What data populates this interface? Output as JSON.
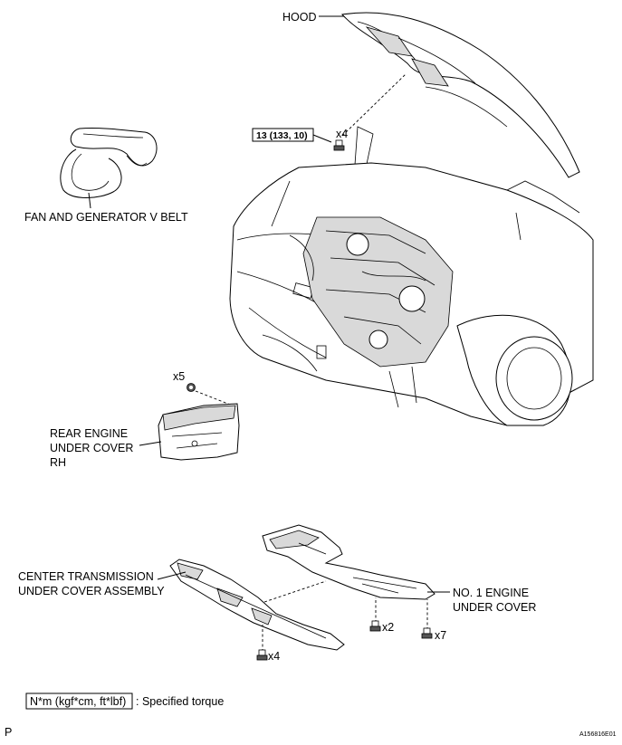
{
  "labels": {
    "hood": "HOOD",
    "fan_belt": "FAN AND GENERATOR V BELT",
    "rear_cover_1": "REAR ENGINE",
    "rear_cover_2": "UNDER COVER",
    "rear_cover_3": "RH",
    "center_cover_1": "CENTER TRANSMISSION",
    "center_cover_2": "UNDER COVER ASSEMBLY",
    "no1_cover_1": "NO. 1 ENGINE",
    "no1_cover_2": "UNDER COVER"
  },
  "quantities": {
    "hood_bolts": "x4",
    "rear_cover_nuts": "x5",
    "center_cover_bolts": "x4",
    "no1_bolts_a": "x2",
    "no1_bolts_b": "x7"
  },
  "torque": {
    "hood_spec": "13 (133, 10)"
  },
  "legend": {
    "unit_box": "N*m (kgf*cm, ft*lbf)",
    "description": ": Specified torque"
  },
  "footer": {
    "page_marker": "P",
    "figure_id": "A156816E01"
  }
}
